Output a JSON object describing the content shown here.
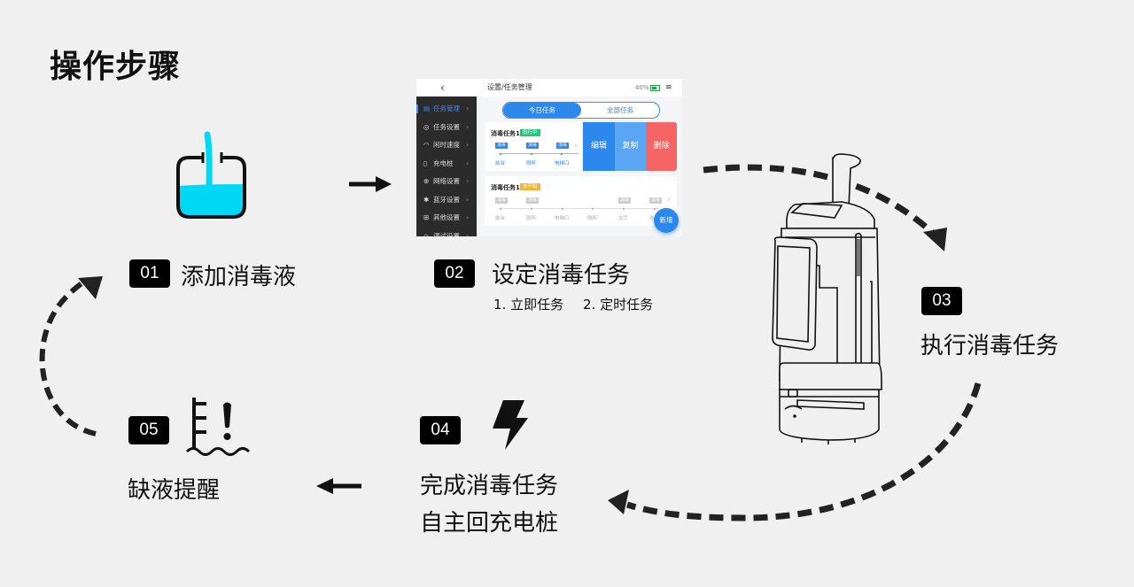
{
  "page": {
    "title": "操作步骤"
  },
  "steps": [
    {
      "number": "01",
      "label": "添加消毒液",
      "icon": "liquid-container-icon"
    },
    {
      "number": "02",
      "label": "设定消毒任务",
      "sub_items": [
        "1. 立即任务",
        "2. 定时任务"
      ]
    },
    {
      "number": "03",
      "label": "执行消毒任务",
      "icon": "robot-illustration"
    },
    {
      "number": "04",
      "label_lines": [
        "完成消毒任务",
        "自主回充电桩"
      ],
      "icon": "lightning-icon"
    },
    {
      "number": "05",
      "label": "缺液提醒",
      "icon": "low-liquid-warning-icon"
    }
  ],
  "colors": {
    "liquid": "#00d8f5",
    "accent_blue": "#2d88ee",
    "copy_blue": "#5aa6f5",
    "delete_red": "#f56565",
    "running_green": "#22c77a",
    "pending_orange": "#f0b43a"
  },
  "screenshot": {
    "back_icon": "‹",
    "breadcrumb": "设置/任务管理",
    "battery": "40%",
    "sidebar": [
      {
        "icon": "▤",
        "label": "任务管理",
        "active": true
      },
      {
        "icon": "◎",
        "label": "任务设置"
      },
      {
        "icon": "◠",
        "label": "闲时速度"
      },
      {
        "icon": "▯",
        "label": "充电桩"
      },
      {
        "icon": "⊕",
        "label": "网络设置"
      },
      {
        "icon": "✱",
        "label": "蓝牙设置"
      },
      {
        "icon": "⊞",
        "label": "其他设置"
      },
      {
        "icon": "◇",
        "label": "调试设置"
      }
    ],
    "tabs": [
      "今日任务",
      "全部任务"
    ],
    "task_cards": [
      {
        "title": "消毒任务1",
        "status": "执行中",
        "points": [
          {
            "tag": "消毒",
            "name": "前台"
          },
          {
            "tag": "消毒",
            "name": "厕所"
          },
          {
            "tag": "消毒",
            "name": "电梯口"
          }
        ]
      },
      {
        "title": "消毒任务1",
        "status": "未开始",
        "points": [
          {
            "tag": "消毒",
            "name": "前台"
          },
          {
            "tag": "消毒",
            "name": "厕所"
          },
          {
            "tag": "",
            "name": "电梯口"
          },
          {
            "tag": "",
            "name": "厕所"
          },
          {
            "tag": "消毒",
            "name": "大厅"
          },
          {
            "tag": "消毒",
            "name": "办公"
          }
        ]
      }
    ],
    "actions": [
      "编辑",
      "复制",
      "删除"
    ],
    "add_button": "新增",
    "chevron": "›",
    "chevron_left": "‹"
  }
}
